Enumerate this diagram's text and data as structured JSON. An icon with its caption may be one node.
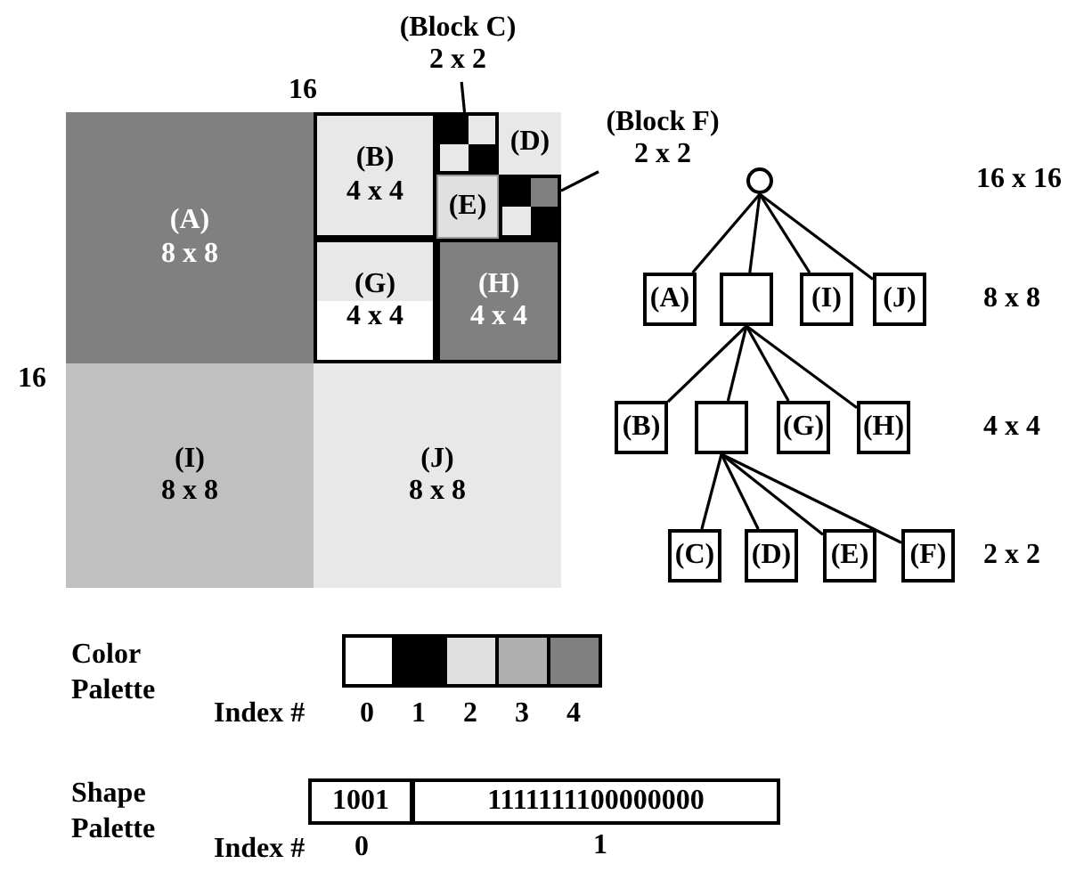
{
  "diagram": {
    "nodes": [
      {
        "text": [
          "(Block C)",
          "2 x 2"
        ]
      },
      {
        "text": [
          "(Block F)",
          "2 x 2"
        ]
      },
      {
        "text": [
          "(A)",
          "8 x 8"
        ]
      },
      {
        "text": [
          "(B)",
          "4 x 4"
        ]
      },
      {
        "text": [],
        "shape": "box"
      },
      {
        "text": [
          "(D)"
        ]
      },
      {
        "text": [
          "(E)"
        ]
      },
      {
        "text": [],
        "shape": "box"
      },
      {
        "text": [
          "(G)",
          "4 x 4"
        ]
      },
      {
        "text": [
          "(H)",
          "4 x 4"
        ]
      },
      {
        "text": [
          "(I)",
          "8 x 8"
        ]
      },
      {
        "text": [
          "(J)",
          "8 x 8"
        ]
      },
      {
        "text": [],
        "shape": "circle"
      },
      {
        "text": [
          "(A)"
        ]
      },
      {
        "text": [],
        "shape": "box"
      },
      {
        "text": [
          "(I)"
        ]
      },
      {
        "text": [
          "(J)"
        ]
      },
      {
        "text": [
          "(B)"
        ]
      },
      {
        "text": [],
        "shape": "box"
      },
      {
        "text": [
          "(G)"
        ]
      },
      {
        "text": [
          "(H)"
        ]
      },
      {
        "text": [
          "(C)"
        ]
      },
      {
        "text": [
          "(D)"
        ]
      },
      {
        "text": [
          "(E)"
        ]
      },
      {
        "text": [
          "(F)"
        ]
      },
      {
        "text": [
          "1001"
        ]
      },
      {
        "text": [
          "1111111100000000"
        ]
      }
    ],
    "edges": [
      {
        "from": 0,
        "to": 4,
        "arrow": "none"
      },
      {
        "from": 1,
        "to": 7,
        "arrow": "none"
      },
      {
        "from": 12,
        "to": 13,
        "arrow": "none"
      },
      {
        "from": 12,
        "to": 14,
        "arrow": "none"
      },
      {
        "from": 12,
        "to": 15,
        "arrow": "none"
      },
      {
        "from": 12,
        "to": 16,
        "arrow": "none"
      },
      {
        "from": 14,
        "to": 17,
        "arrow": "none"
      },
      {
        "from": 14,
        "to": 18,
        "arrow": "none"
      },
      {
        "from": 14,
        "to": 19,
        "arrow": "none"
      },
      {
        "from": 14,
        "to": 20,
        "arrow": "none"
      },
      {
        "from": 18,
        "to": 21,
        "arrow": "none"
      },
      {
        "from": 18,
        "to": 22,
        "arrow": "none"
      },
      {
        "from": 18,
        "to": 23,
        "arrow": "none"
      },
      {
        "from": 18,
        "to": 24,
        "arrow": "none"
      }
    ],
    "labels": [
      "16",
      "16",
      "16 x 16",
      "8 x 8",
      "4 x 4",
      "2 x 2",
      "Color Palette",
      "Index #",
      "Shape Palette",
      "Index #",
      "0",
      "1"
    ],
    "legend": [
      {
        "text": "0",
        "color": "#ffffff"
      },
      {
        "text": "1",
        "color": "#000000"
      },
      {
        "text": "2",
        "color": "#e0e0e0"
      },
      {
        "text": "3",
        "color": "#b0b0b0"
      },
      {
        "text": "4",
        "color": "#808080"
      }
    ]
  }
}
